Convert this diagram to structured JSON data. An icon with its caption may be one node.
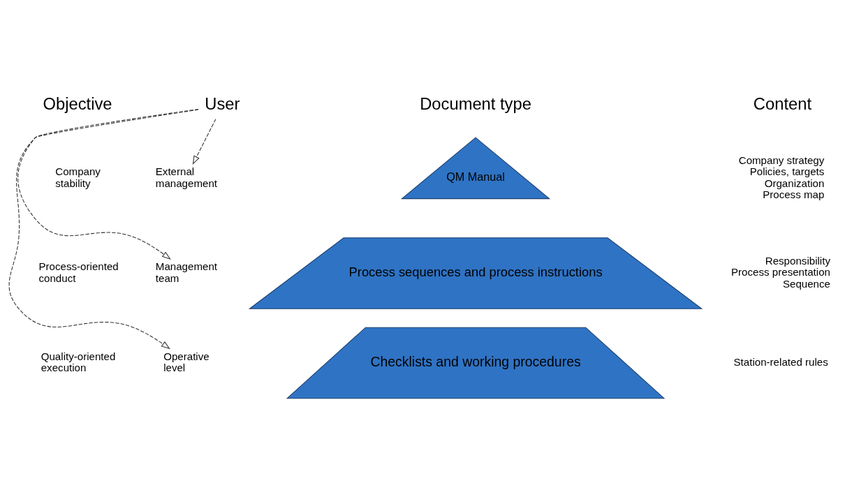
{
  "diagram": {
    "nodes": [
      {
        "text": [
          "User"
        ]
      },
      {
        "text": [
          "External management"
        ]
      },
      {
        "text": [
          "Management team"
        ]
      },
      {
        "text": [
          "Operative level"
        ]
      },
      {
        "text": [
          "QM Manual"
        ]
      },
      {
        "text": [
          "Process sequences and process instructions"
        ]
      },
      {
        "text": [
          "Checklists and working procedures"
        ]
      }
    ],
    "edges": [
      {
        "from": 0,
        "to": 1,
        "arrow": "to",
        "style": "dashed"
      },
      {
        "from": 0,
        "to": 2,
        "arrow": "to",
        "style": "dashed"
      },
      {
        "from": 0,
        "to": 3,
        "arrow": "to",
        "style": "dashed"
      }
    ],
    "labels": [
      "Objective",
      "Document type",
      "Content",
      "Company stability",
      "Process-oriented conduct",
      "Quality-oriented execution",
      "Company strategy",
      "Policies, targets",
      "Organization",
      "Process map",
      "Responsibility",
      "Process presentation",
      "Sequence",
      "Station-related rules"
    ]
  }
}
